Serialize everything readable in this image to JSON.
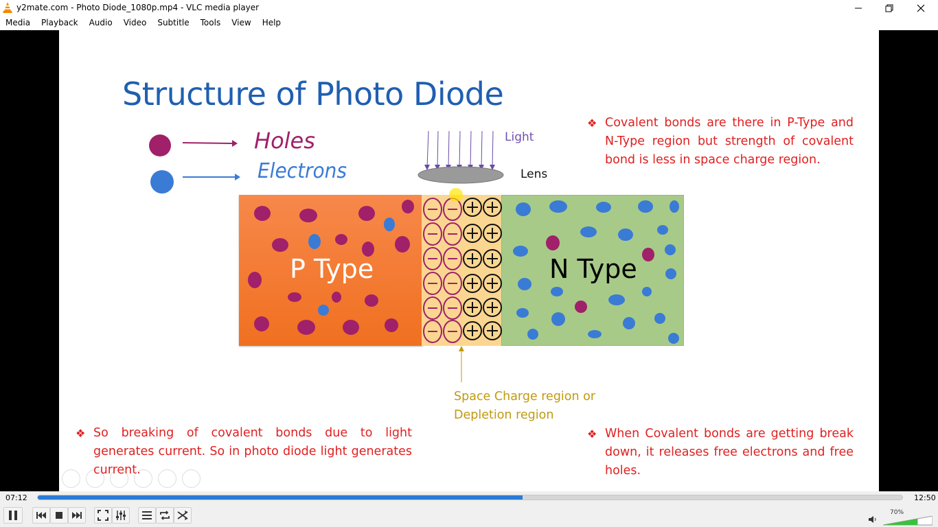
{
  "window": {
    "title": "y2mate.com - Photo Diode_1080p.mp4 - VLC media player",
    "icon": "vlc-cone-icon"
  },
  "menubar": {
    "items": [
      "Media",
      "Playback",
      "Audio",
      "Video",
      "Subtitle",
      "Tools",
      "View",
      "Help"
    ]
  },
  "slide": {
    "title": "Structure of Photo Diode",
    "legend": {
      "holes_label": "Holes",
      "electrons_label": "Electrons",
      "hole_color": "#a0206a",
      "electron_color": "#3a7bd5"
    },
    "light_label": "Light",
    "lens_label": "Lens",
    "p_type_label": "P Type",
    "n_type_label": "N Type",
    "space_charge_label_line1": "Space Charge region or",
    "space_charge_label_line2": "Depletion region",
    "bullet_top_right": "Covalent bonds are there in P-Type and N-Type region but strength of covalent bond is less in space charge region.",
    "bullet_bottom_left": "So breaking of covalent bonds due to light generates current. So in photo diode light generates current.",
    "bullet_bottom_right": "When Covalent bonds are getting break down, it releases free electrons and free holes.",
    "bullet_color": "#e02020",
    "title_color": "#1f5fb0"
  },
  "player": {
    "elapsed": "07:12",
    "total": "12:50",
    "progress": 0.561,
    "volume": "70%",
    "volume_level": 0.7,
    "accent": "#2b7bd6"
  }
}
